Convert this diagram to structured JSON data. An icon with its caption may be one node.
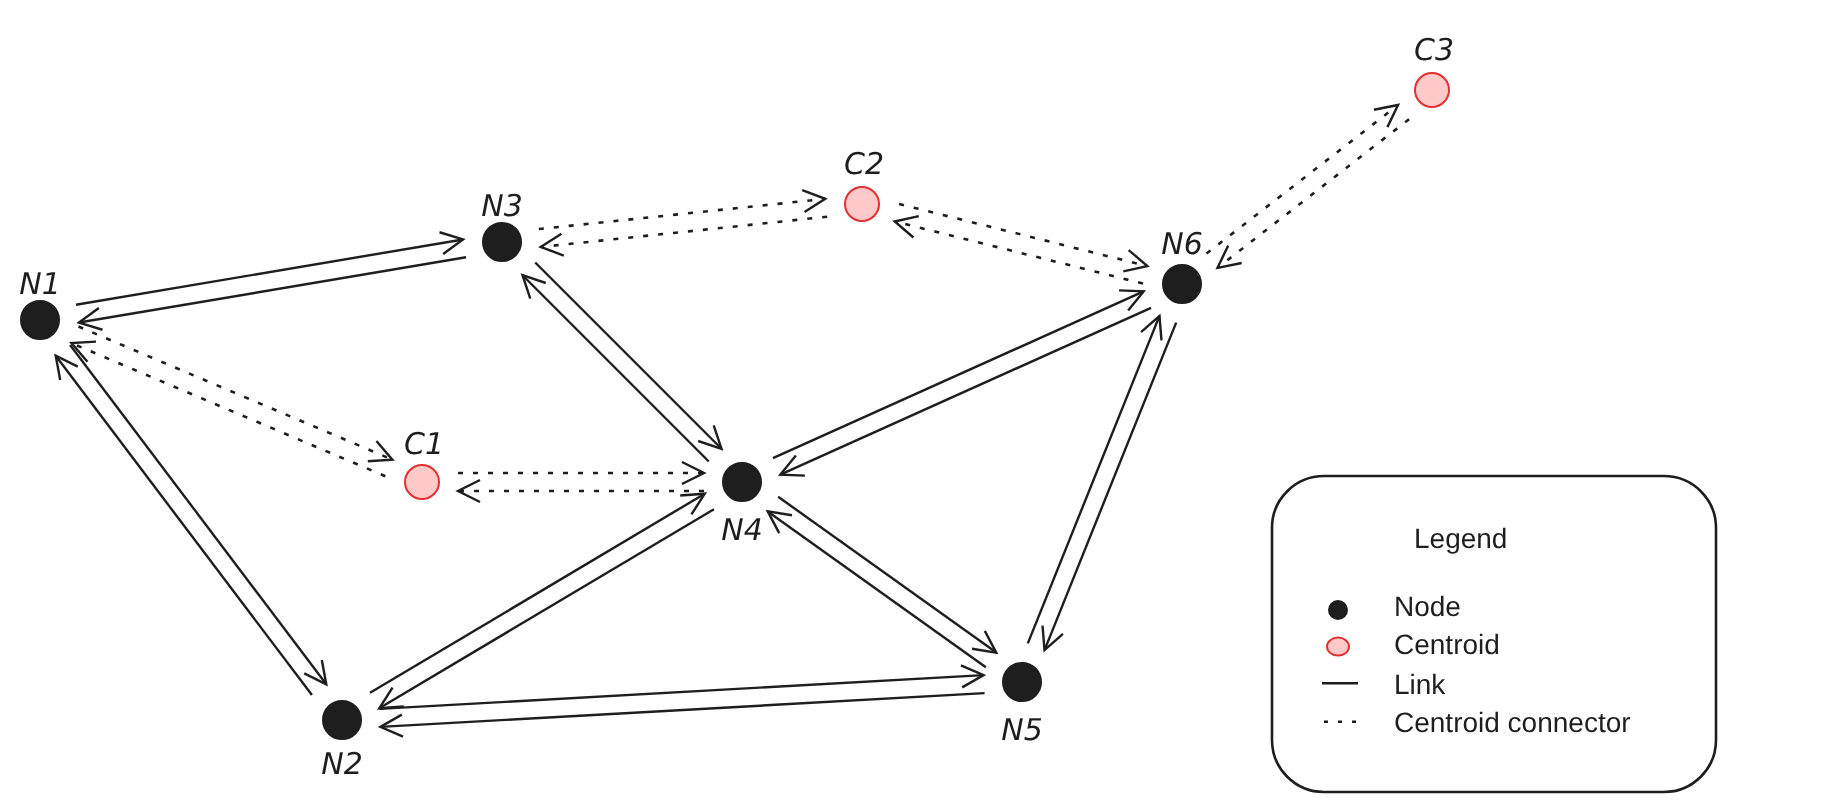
{
  "diagram": {
    "nodes": [
      {
        "text": [
          "N1"
        ]
      },
      {
        "text": [
          "N2"
        ]
      },
      {
        "text": [
          "N3"
        ]
      },
      {
        "text": [
          "N4"
        ]
      },
      {
        "text": [
          "N5"
        ]
      },
      {
        "text": [
          "N6"
        ]
      },
      {
        "text": [
          "C1"
        ]
      },
      {
        "text": [
          "C2"
        ]
      },
      {
        "text": [
          "C3"
        ]
      }
    ],
    "edges": [
      {
        "from": 0,
        "to": 2,
        "arrow": "to"
      },
      {
        "from": 2,
        "to": 0,
        "arrow": "to"
      },
      {
        "from": 2,
        "to": 3,
        "arrow": "to"
      },
      {
        "from": 3,
        "to": 2,
        "arrow": "to"
      },
      {
        "from": 0,
        "to": 1,
        "arrow": "to"
      },
      {
        "from": 1,
        "to": 0,
        "arrow": "to"
      },
      {
        "from": 1,
        "to": 3,
        "arrow": "to"
      },
      {
        "from": 3,
        "to": 1,
        "arrow": "to"
      },
      {
        "from": 3,
        "to": 5,
        "arrow": "to"
      },
      {
        "from": 5,
        "to": 3,
        "arrow": "to"
      },
      {
        "from": 5,
        "to": 4,
        "arrow": "to"
      },
      {
        "from": 4,
        "to": 5,
        "arrow": "to"
      },
      {
        "from": 3,
        "to": 4,
        "arrow": "to"
      },
      {
        "from": 4,
        "to": 3,
        "arrow": "to"
      },
      {
        "from": 1,
        "to": 4,
        "arrow": "to"
      },
      {
        "from": 4,
        "to": 1,
        "arrow": "to"
      },
      {
        "from": 0,
        "to": 6,
        "arrow": "to",
        "style": "dashed"
      },
      {
        "from": 6,
        "to": 0,
        "arrow": "to",
        "style": "dashed"
      },
      {
        "from": 6,
        "to": 3,
        "arrow": "to",
        "style": "dashed"
      },
      {
        "from": 3,
        "to": 6,
        "arrow": "to",
        "style": "dashed"
      },
      {
        "from": 2,
        "to": 7,
        "arrow": "to",
        "style": "dashed"
      },
      {
        "from": 7,
        "to": 2,
        "arrow": "to",
        "style": "dashed"
      },
      {
        "from": 7,
        "to": 5,
        "arrow": "to",
        "style": "dashed"
      },
      {
        "from": 5,
        "to": 7,
        "arrow": "to",
        "style": "dashed"
      },
      {
        "from": 5,
        "to": 8,
        "arrow": "to",
        "style": "dashed"
      },
      {
        "from": 8,
        "to": 5,
        "arrow": "to",
        "style": "dashed"
      }
    ],
    "labels": [
      "Legend"
    ],
    "legend": [
      {
        "text": "Node"
      },
      {
        "text": "Centroid"
      },
      {
        "text": "Link"
      },
      {
        "text": "Centroid connector"
      }
    ]
  }
}
